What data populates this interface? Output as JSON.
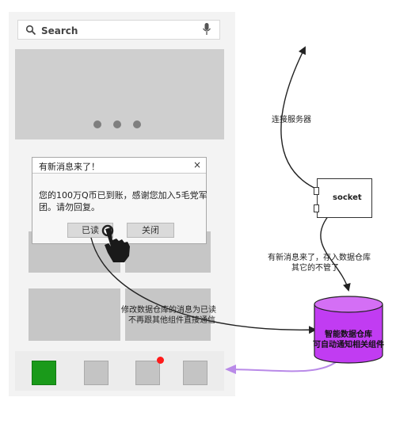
{
  "search": {
    "placeholder": "Search"
  },
  "dialog": {
    "title": "有新消息来了！",
    "close_glyph": "×",
    "body_line1": "您的100万Q币已到账，感谢您加入5毛党军",
    "body_line2": "团。请勿回复。",
    "read_button": "已读",
    "close_button": "关闭"
  },
  "annotations": {
    "connect_server": "连接服务器",
    "new_message_line1": "有新消息来了，存入数据仓库",
    "new_message_line2": "其它的不管了",
    "modify_line1": "修改数据仓库的消息为已读",
    "modify_line2": "不再跟其他组件直接通信"
  },
  "socket": {
    "label": "socket"
  },
  "database": {
    "line1": "智能数据仓库",
    "line2": "可自动通知相关组件"
  },
  "colors": {
    "database_fill": "#c13cf2",
    "notify_arrow": "#b98ae8",
    "active_dock_icon": "#1a9a1a",
    "badge": "#ff1a1a"
  },
  "icons": [
    "search-icon",
    "microphone-icon",
    "close-icon",
    "hand-pointer-icon"
  ]
}
